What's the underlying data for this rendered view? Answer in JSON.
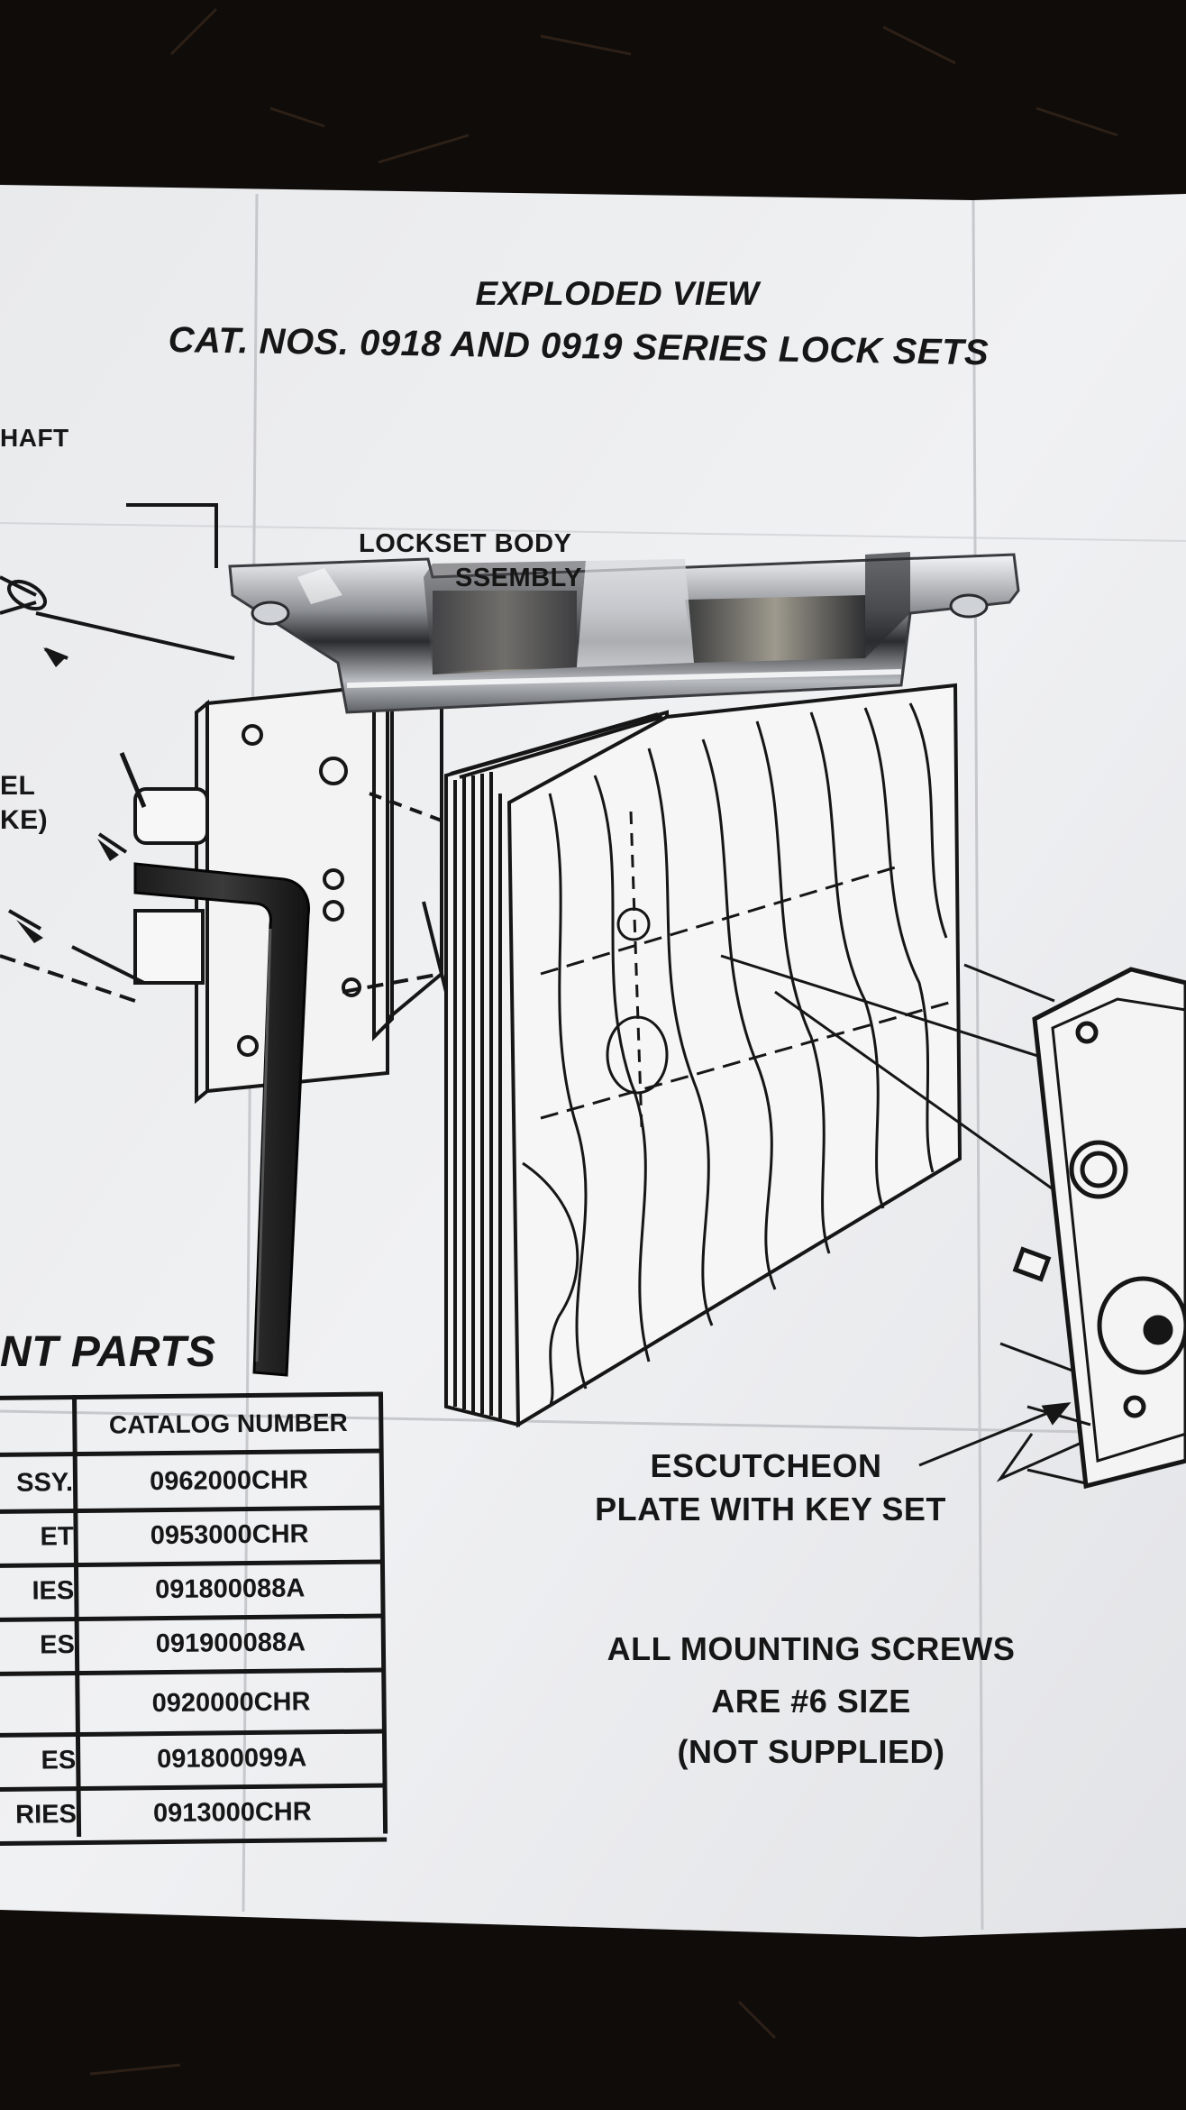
{
  "document": {
    "title": "EXPLODED VIEW",
    "subtitle": "CAT. NOS. 0918 AND 0919 SERIES LOCK SETS",
    "labels": {
      "shaft_fragment": "HAFT",
      "lockset_body_line1": "LOCKSET BODY",
      "lockset_body_line2": "SSEMBLY",
      "bevel_fragment_line1": "EL",
      "bevel_fragment_line2": "KE)",
      "escutcheon_line1": "ESCUTCHEON",
      "escutcheon_line2": "PLATE WITH KEY SET",
      "screws_line1": "ALL MOUNTING SCREWS",
      "screws_line2": "ARE #6 SIZE",
      "screws_line3": "(NOT SUPPLIED)"
    },
    "parts_heading": "NT PARTS",
    "table": {
      "header": {
        "col1": "",
        "col2": "CATALOG NUMBER"
      },
      "rows": [
        {
          "col1": "SSY.",
          "col2": "0962000CHR"
        },
        {
          "col1": "ET",
          "col2": "0953000CHR"
        },
        {
          "col1": "IES",
          "col2": "091800088A"
        },
        {
          "col1": "ES",
          "col2": "091900088A"
        },
        {
          "col1": "",
          "col2": "0920000CHR"
        },
        {
          "col1": "ES",
          "col2": "091800099A"
        },
        {
          "col1": "RIES",
          "col2": "0913000CHR"
        }
      ]
    }
  },
  "colors": {
    "background": "#0d0b0a",
    "paper": "#ecedef",
    "ink": "#161616",
    "chrome": "#c9ccd0"
  }
}
